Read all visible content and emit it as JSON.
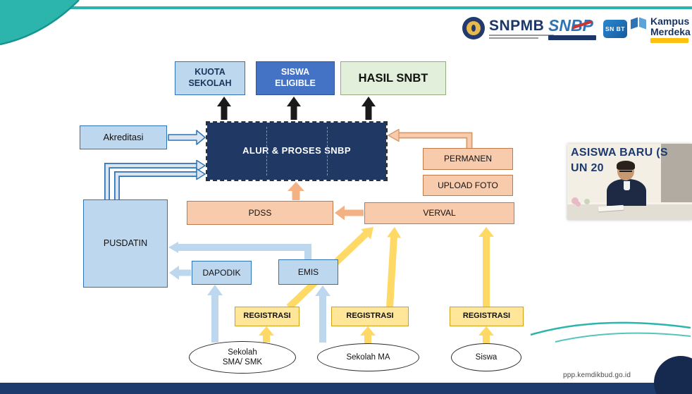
{
  "palette": {
    "teal_accent": "#2cb5ac",
    "navy_box": "#1f3864",
    "light_blue_fill": "#bdd7ee",
    "light_blue_border": "#2e74b5",
    "medium_blue_fill": "#4472c4",
    "green_fill": "#e2efda",
    "peach_fill": "#f8cbad",
    "peach_arrow": "#f4b183",
    "yellow_fill": "#ffe699",
    "yellow_arrow": "#ffd966",
    "black_arrow": "#1a1a1a",
    "footer_bar": "#1d3c6d"
  },
  "header": {
    "logos": {
      "snpmb_label": "SNPMB",
      "snbp_label": "SNBP",
      "snbt_label": "SN BT",
      "kampus_line1": "Kampus",
      "kampus_line2": "Merdeka"
    }
  },
  "diagram": {
    "kuota_line1": "KUOTA",
    "kuota_line2": "SEKOLAH",
    "eligible_line1": "SISWA",
    "eligible_line2": "ELIGIBLE",
    "hasil_snbt": "HASIL SNBT",
    "akreditasi": "Akreditasi",
    "alur": "ALUR & PROSES SNBP",
    "permanen": "PERMANEN",
    "upload_foto": "UPLOAD FOTO",
    "pdss": "PDSS",
    "verval": "VERVAL",
    "pusdatin": "PUSDATIN",
    "dapodik": "DAPODIK",
    "emis": "EMIS",
    "registrasi": "REGISTRASI",
    "oval_sma_line1": "Sekolah",
    "oval_sma_line2": "SMA/ SMK",
    "oval_ma": "Sekolah MA",
    "oval_siswa": "Siswa"
  },
  "video_overlay": {
    "screen_line1": "ASISWA BARU (S",
    "screen_line2": "UN 20"
  },
  "footer": {
    "url": "ppp.kemdikbud.go.id"
  }
}
